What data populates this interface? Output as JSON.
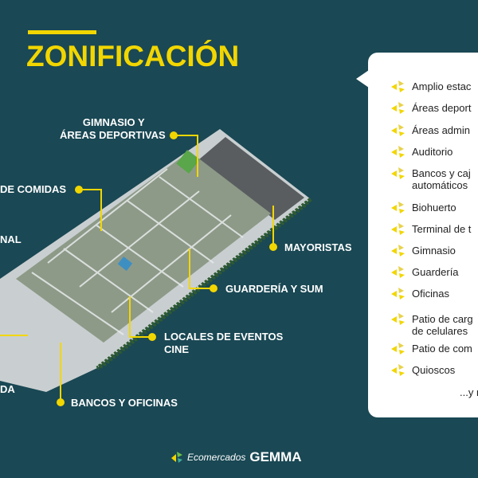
{
  "title": "ZONIFICACIÓN",
  "labels": {
    "gimnasio": [
      "GIMNASIO Y",
      "ÁREAS DEPORTIVAS"
    ],
    "comidas": "DE COMIDAS",
    "nal": "NAL",
    "mayoristas": "MAYORISTAS",
    "guarderia": "GUARDERÍA Y SUM",
    "locales": [
      "LOCALES DE EVENTOS",
      "CINE"
    ],
    "da": "DA",
    "bancos": "BANCOS Y OFICINAS"
  },
  "list": {
    "items": [
      [
        "Amplio estac"
      ],
      [
        "Áreas deport"
      ],
      [
        "Áreas admin"
      ],
      [
        "Auditorio"
      ],
      [
        "Bancos y caj",
        "automáticos"
      ],
      [
        "Biohuerto"
      ],
      [
        "Terminal de t"
      ],
      [
        "Gimnasio"
      ],
      [
        "Guardería"
      ],
      [
        "Oficinas"
      ],
      [
        "Patio de carg",
        "de celulares"
      ],
      [
        "Patio de com"
      ],
      [
        "Quioscos"
      ]
    ],
    "more": "...y m"
  },
  "footer": {
    "brand": "Ecomercados",
    "name": "GEMMA"
  },
  "colors": {
    "background": "#1a4854",
    "accent": "#f2d600"
  }
}
